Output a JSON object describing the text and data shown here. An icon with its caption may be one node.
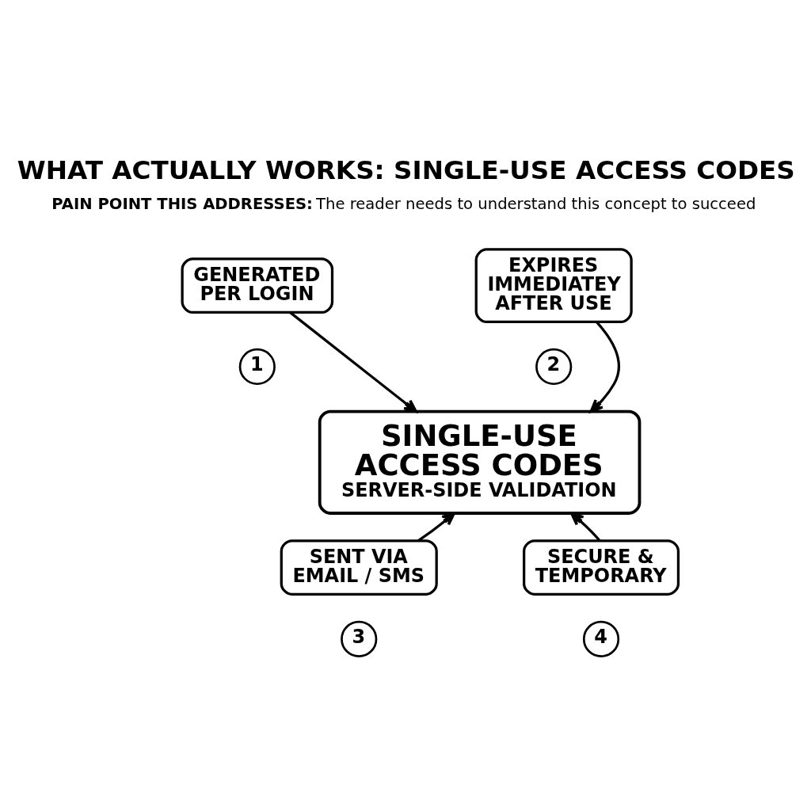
{
  "diagram": {
    "title": "WHAT ACTUALLY WORKS: SINGLE-USE ACCESS CODES",
    "nodes": [
      {
        "text": [
          "GENERATED PER LOGIN"
        ]
      },
      {
        "text": [
          "1"
        ]
      },
      {
        "text": [
          "EXPIRES IMMEDIATEY AFTER USE"
        ]
      },
      {
        "text": [
          "2"
        ]
      },
      {
        "text": [
          "SINGLE-USE ACCESS CODES",
          "SERVER-SIDE VALIDATION"
        ]
      },
      {
        "text": [
          "SENT VIA EMAIL / SMS"
        ]
      },
      {
        "text": [
          "3"
        ]
      },
      {
        "text": [
          "SECURE & TEMPORARY"
        ]
      },
      {
        "text": [
          "4"
        ]
      }
    ],
    "edges": [
      {
        "from": 0,
        "to": 4,
        "arrow": "to"
      },
      {
        "from": 2,
        "to": 4,
        "arrow": "to"
      },
      {
        "from": 5,
        "to": 4,
        "arrow": "to"
      },
      {
        "from": 7,
        "to": 4,
        "arrow": "to"
      }
    ],
    "labels": [
      "**PAIN POINT THIS ADDRESSES:** The reader needs to understand this concept to succeed"
    ]
  }
}
